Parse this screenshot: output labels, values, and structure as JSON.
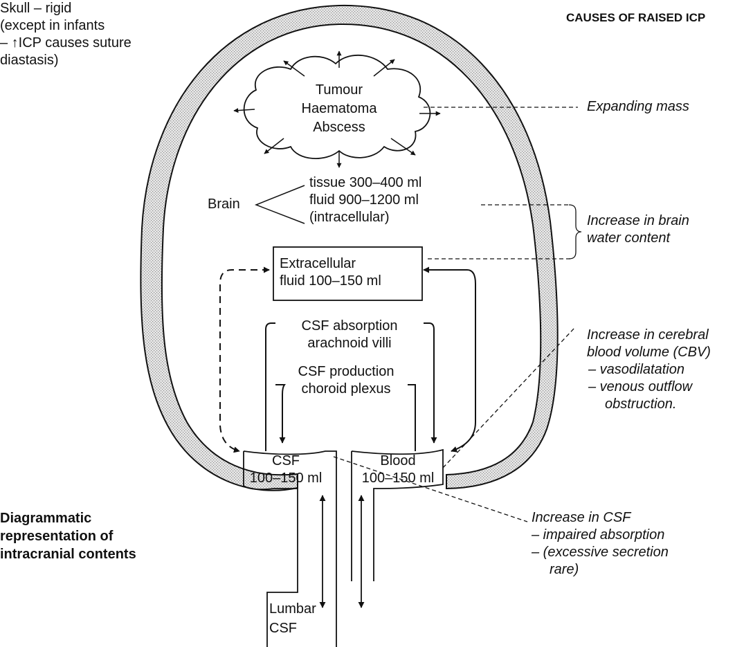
{
  "skull_note": [
    "Skull – rigid",
    "(except in infants",
    "– ↑ICP causes suture",
    "diastasis)"
  ],
  "heading": "CAUSES OF RAISED ICP",
  "mass": {
    "lines": [
      "Tumour",
      "Haematoma",
      "Abscess"
    ],
    "cause": "Expanding mass"
  },
  "brain": {
    "label": "Brain",
    "parts": [
      "tissue 300–400 ml",
      "fluid 900–1200 ml",
      "(intracellular)"
    ]
  },
  "brain_water_cause": [
    "Increase in brain",
    "water content"
  ],
  "extracellular": [
    "Extracellular",
    "fluid 100–150 ml"
  ],
  "csf_absorption": [
    "CSF absorption",
    "arachnoid villi"
  ],
  "csf_production": [
    "CSF production",
    "choroid plexus"
  ],
  "cbv_cause": [
    "Increase in cerebral",
    "blood volume (CBV)",
    "– vasodilatation",
    "– venous outflow",
    "obstruction."
  ],
  "csf_box": [
    "CSF",
    "100–150 ml"
  ],
  "blood_box": [
    "Blood",
    "100–150 ml"
  ],
  "csf_cause": [
    "Increase in CSF",
    "– impaired absorption",
    "– (excessive secretion",
    "rare)"
  ],
  "caption": [
    "Diagrammatic",
    "representation of",
    "intracranial contents"
  ],
  "lumbar": [
    "Lumbar",
    "CSF"
  ],
  "colors": {
    "ink": "#111111",
    "skull_fill": "#d4d4d4"
  }
}
